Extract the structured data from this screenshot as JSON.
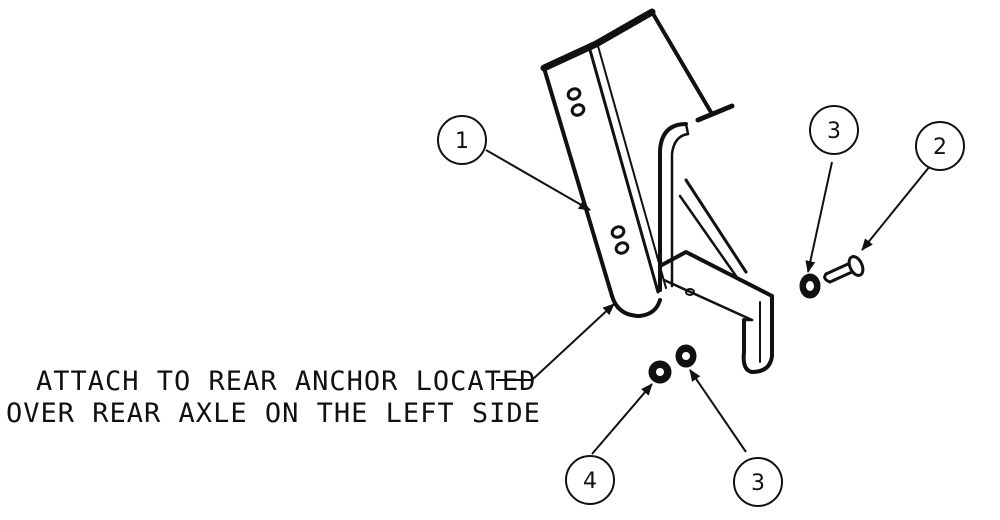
{
  "note": {
    "line_1": "ATTACH TO REAR ANCHOR LOCATED",
    "line_2": "OVER REAR AXLE ON THE LEFT SIDE"
  },
  "balloons": {
    "part_1": "1",
    "part_2": "2",
    "part_3_upper": "3",
    "part_3_lower": "3",
    "part_4": "4"
  },
  "colors": {
    "line": "#111111",
    "background": "#ffffff"
  }
}
